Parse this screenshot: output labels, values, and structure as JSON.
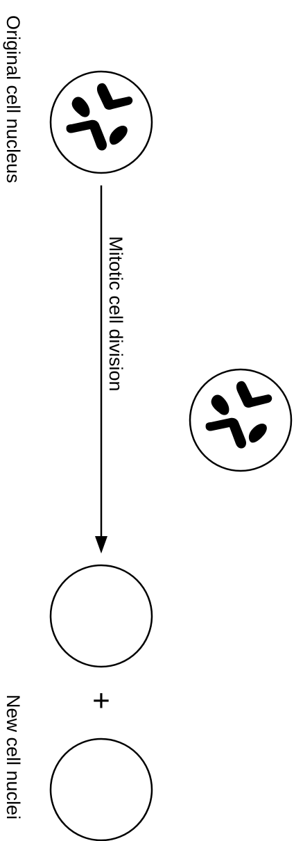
{
  "labels": {
    "original": "Original cell nucleus",
    "process": "Mitotic cell division",
    "result": "New cell nuclei",
    "plus": "+"
  },
  "colors": {
    "stroke": "#000000",
    "background": "#ffffff"
  }
}
